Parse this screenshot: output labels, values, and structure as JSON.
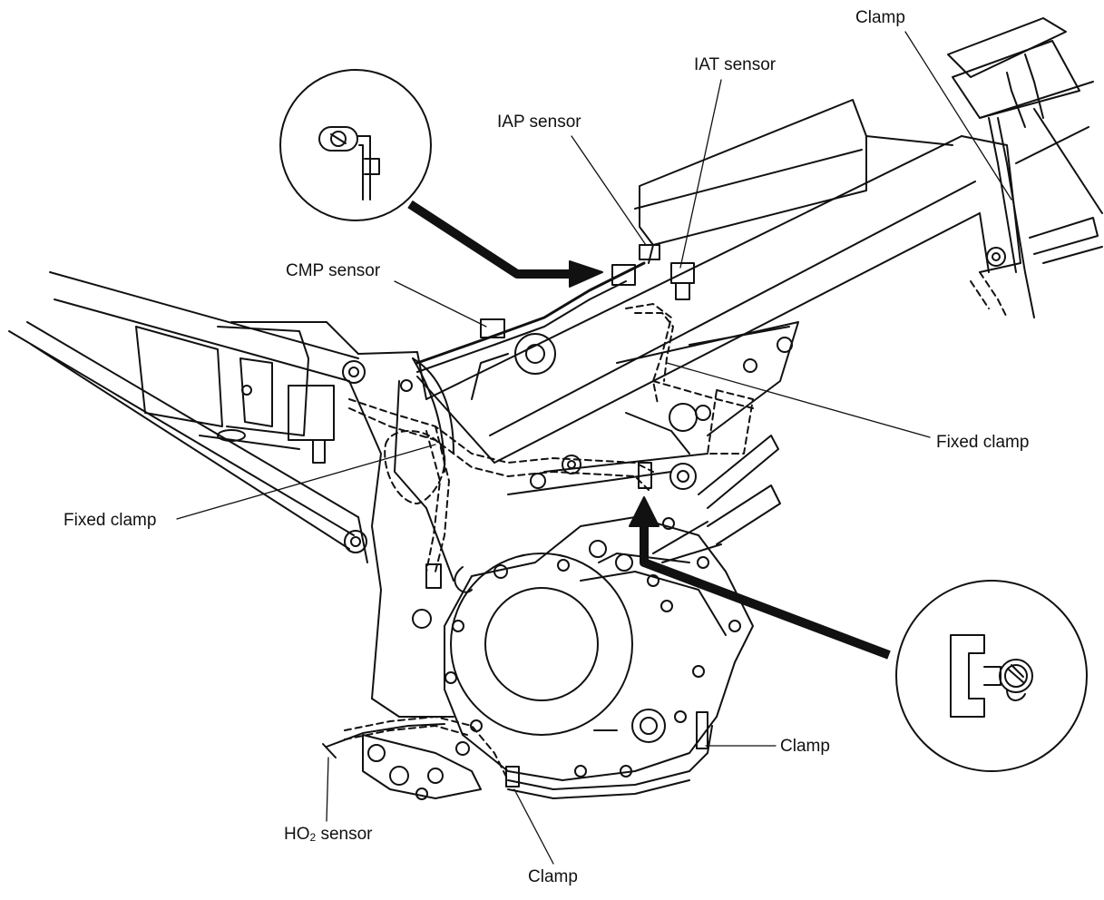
{
  "colors": {
    "background": "#ffffff",
    "line": "#111111"
  },
  "diagram": {
    "labels": {
      "clamp_top": "Clamp",
      "iat_sensor": "IAT sensor",
      "iap_sensor": "IAP sensor",
      "cmp_sensor": "CMP sensor",
      "fixed_clamp_right": "Fixed clamp",
      "fixed_clamp_left": "Fixed clamp",
      "clamp_right": "Clamp",
      "ho2_sensor_prefix": "HO",
      "ho2_sensor_sub": "2",
      "ho2_sensor_suffix": " sensor",
      "clamp_bottom": "Clamp"
    },
    "icons": [
      "motorcycle-frame-drawing",
      "engine-crankcase-drawing",
      "wiring-harness-drawing",
      "detail-callout-clamp-top-left",
      "detail-callout-clamp-bottom-right",
      "pointer-arrow"
    ]
  }
}
